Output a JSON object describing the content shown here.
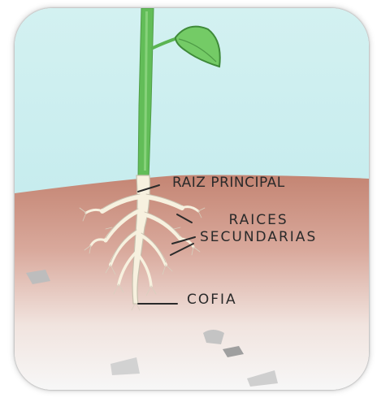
{
  "labels": {
    "raiz_principal": "RAIZ PRINCIPAL",
    "raices_secundarias_line1": "RAICES",
    "raices_secundarias_line2": "SECUNDARIAS",
    "cofia": "COFIA"
  },
  "colors": {
    "sky": "#cdeff0",
    "soil": "#c98f80",
    "subsoil": "#f6f6f6",
    "stem": "#66c15c",
    "leaf": "#78cf6a",
    "root": "#f6f0dc",
    "root_outline": "#c8c2b2",
    "stone": "#c0c0c0",
    "text": "#2a2a2a"
  }
}
